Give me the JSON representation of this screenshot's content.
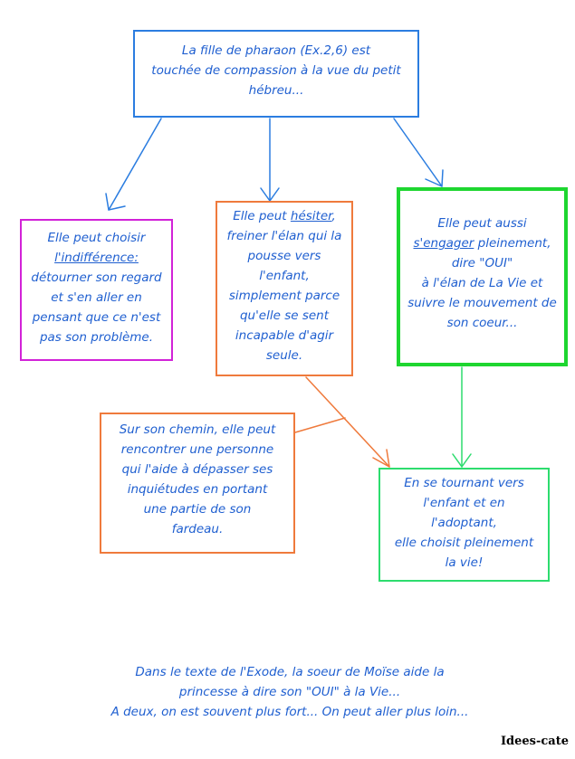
{
  "boxes": {
    "top": {
      "lines": [
        "La fille de pharaon (Ex.2,6) est",
        "touchée de compassion à la vue du petit",
        "hébreu..."
      ]
    },
    "left": {
      "line1": "Elle peut choisir",
      "line2": "l'indifférence:",
      "rest": [
        "détourner son regard",
        "et s'en aller en",
        "pensant que ce n'est",
        "pas son problème."
      ]
    },
    "middle": {
      "line1_pre": "Elle peut ",
      "line1_u": "hésiter",
      "line1_post": ",",
      "rest": [
        "freiner l'élan qui la",
        "pousse vers",
        "l'enfant,",
        "simplement parce",
        "qu'elle se sent",
        "incapable d'agir",
        "seule."
      ]
    },
    "right": {
      "line1": "Elle peut aussi",
      "line2_u": "s'engager",
      "line2_post": " pleinement,",
      "rest": [
        "dire \"OUI\"",
        "à l'élan de La Vie et",
        "suivre le mouvement de",
        "son coeur..."
      ]
    },
    "sub": {
      "lines": [
        "Sur son chemin, elle peut",
        "rencontrer une personne",
        "qui l'aide à dépasser ses",
        "inquiétudes en portant",
        "une partie de son",
        "fardeau."
      ]
    },
    "end": {
      "lines": [
        "En se tournant vers",
        "l'enfant et en",
        "l'adoptant,",
        "elle choisit pleinement",
        "la vie!"
      ]
    }
  },
  "footer": {
    "lines": [
      "Dans le texte de l'Exode, la soeur de Moïse aide la",
      "princesse à dire son \"OUI\" à la Vie...",
      "A deux, on est souvent plus fort... On peut aller plus loin..."
    ],
    "signature": "Idees-cate"
  },
  "colors": {
    "blue_arrow": "#2b7de0",
    "orange_arrow": "#ef7a3c",
    "green_arrow": "#2ddc6e",
    "text": "#1f5fd0"
  }
}
